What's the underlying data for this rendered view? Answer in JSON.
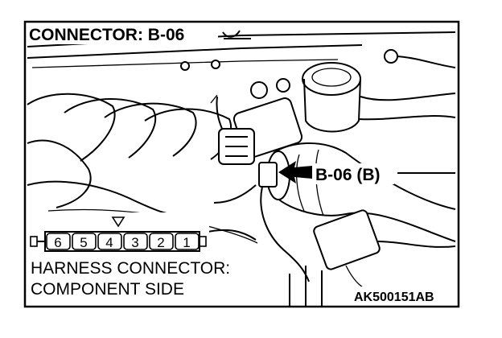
{
  "diagram": {
    "title": "CONNECTOR: B-06",
    "callout_label": "B-06 (B)",
    "connector_pins": [
      "6",
      "5",
      "4",
      "3",
      "2",
      "1"
    ],
    "caption_line1": "HARNESS CONNECTOR:",
    "caption_line2": "COMPONENT SIDE",
    "figure_code": "AK500151AB"
  }
}
